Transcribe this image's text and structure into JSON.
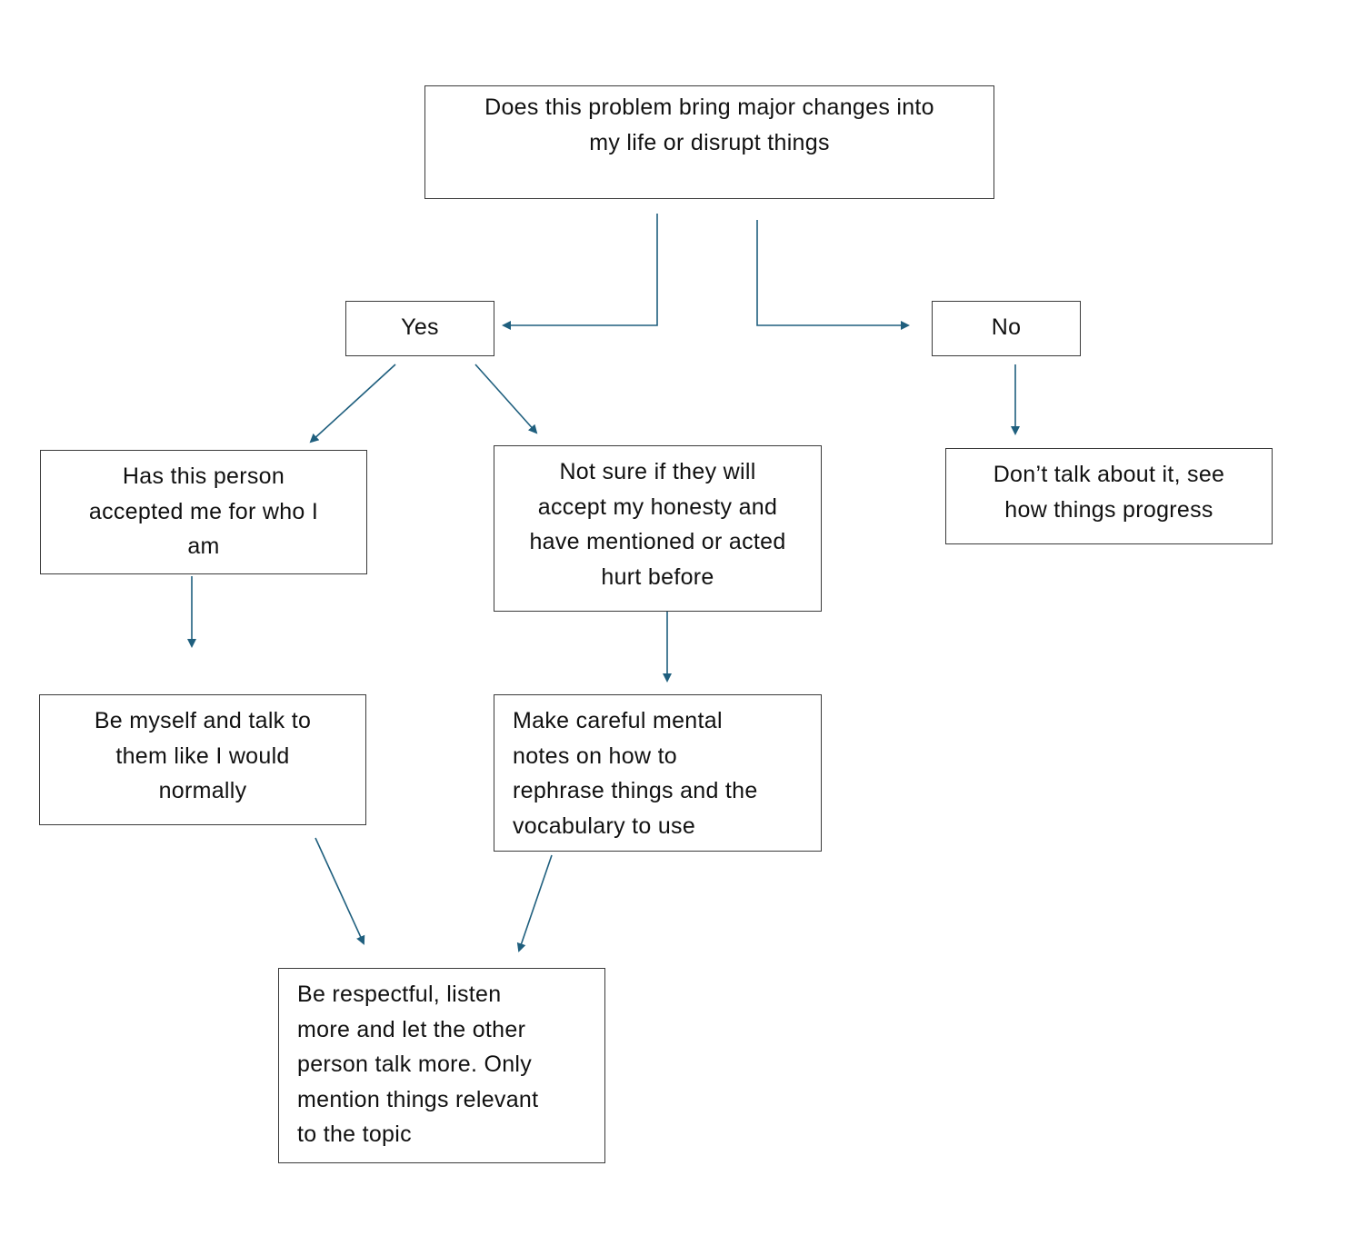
{
  "diagram": {
    "edge_color": "#1f5f7e",
    "nodes": {
      "question": {
        "lines": [
          "Does this problem bring major changes into",
          "my life or disrupt things"
        ]
      },
      "yes": {
        "lines": [
          "Yes"
        ]
      },
      "no": {
        "lines": [
          "No"
        ]
      },
      "accepted": {
        "lines": [
          "Has this person",
          "accepted me for who I",
          "am"
        ]
      },
      "not_sure": {
        "lines": [
          "Not sure if they will",
          "accept my honesty and",
          "have mentioned or acted",
          "hurt before"
        ]
      },
      "dont_talk": {
        "lines": [
          "Don’t talk about it, see",
          "how things progress"
        ]
      },
      "be_myself": {
        "lines": [
          "Be myself and talk to",
          "them like I would",
          "normally"
        ]
      },
      "careful_notes": {
        "lines": [
          "Make careful mental",
          "notes on how to",
          "rephrase things and the",
          "vocabulary to use"
        ]
      },
      "respectful": {
        "lines": [
          "Be respectful, listen",
          "more and let the other",
          "person talk more. Only",
          "mention things relevant",
          "to the topic"
        ]
      }
    }
  }
}
